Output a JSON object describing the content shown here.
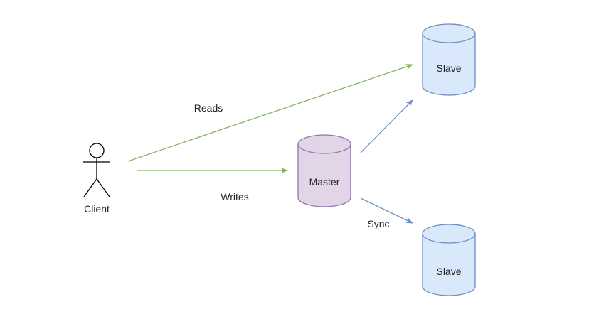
{
  "actor": {
    "label": "Client"
  },
  "nodes": {
    "master": {
      "label": "Master",
      "fill": "#e1d5e7",
      "stroke": "#9673a6"
    },
    "slave_top": {
      "label": "Slave",
      "fill": "#dae8fc",
      "stroke": "#6c8ebf"
    },
    "slave_bottom": {
      "label": "Slave",
      "fill": "#dae8fc",
      "stroke": "#6c8ebf"
    }
  },
  "edges": {
    "reads": {
      "label": "Reads",
      "color": "#82b366"
    },
    "writes": {
      "label": "Writes",
      "color": "#82b366"
    },
    "sync_up": {
      "color": "#6c8ebf"
    },
    "sync_down": {
      "label": "Sync",
      "color": "#6c8ebf"
    }
  }
}
